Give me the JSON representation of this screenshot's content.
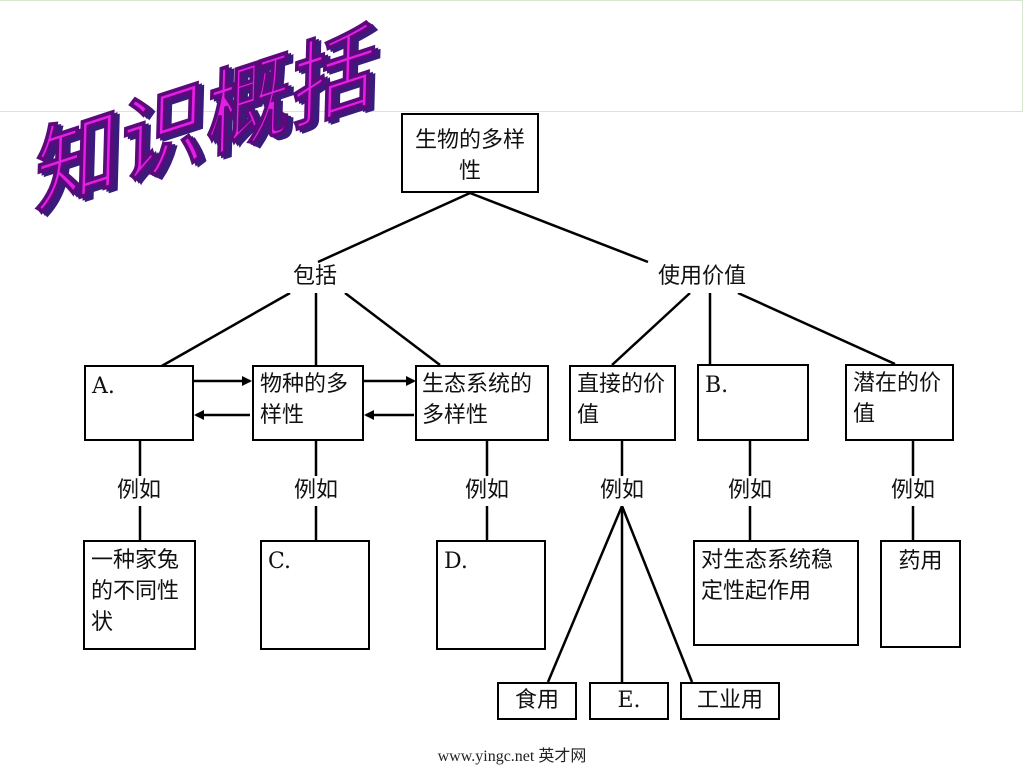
{
  "title": "知识概括",
  "footer": "www.yingc.net 英才网",
  "nodes": {
    "root": "生物的多样性",
    "include": "包括",
    "use_value": "使用价值",
    "a": "A.",
    "species": "物种的多样性",
    "ecosystem": "生态系统的多样性",
    "direct": "直接的价值",
    "b": "B.",
    "potential": "潜在的价值",
    "eg1": "例如",
    "eg2": "例如",
    "eg3": "例如",
    "eg4": "例如",
    "eg5": "例如",
    "eg6": "例如",
    "rabbit": "一种家兔的不同性状",
    "c": "C.",
    "d": "D.",
    "food": "食用",
    "e": "E.",
    "industry": "工业用",
    "stability": "对生态系统稳定性起作用",
    "medicine": "药用"
  }
}
